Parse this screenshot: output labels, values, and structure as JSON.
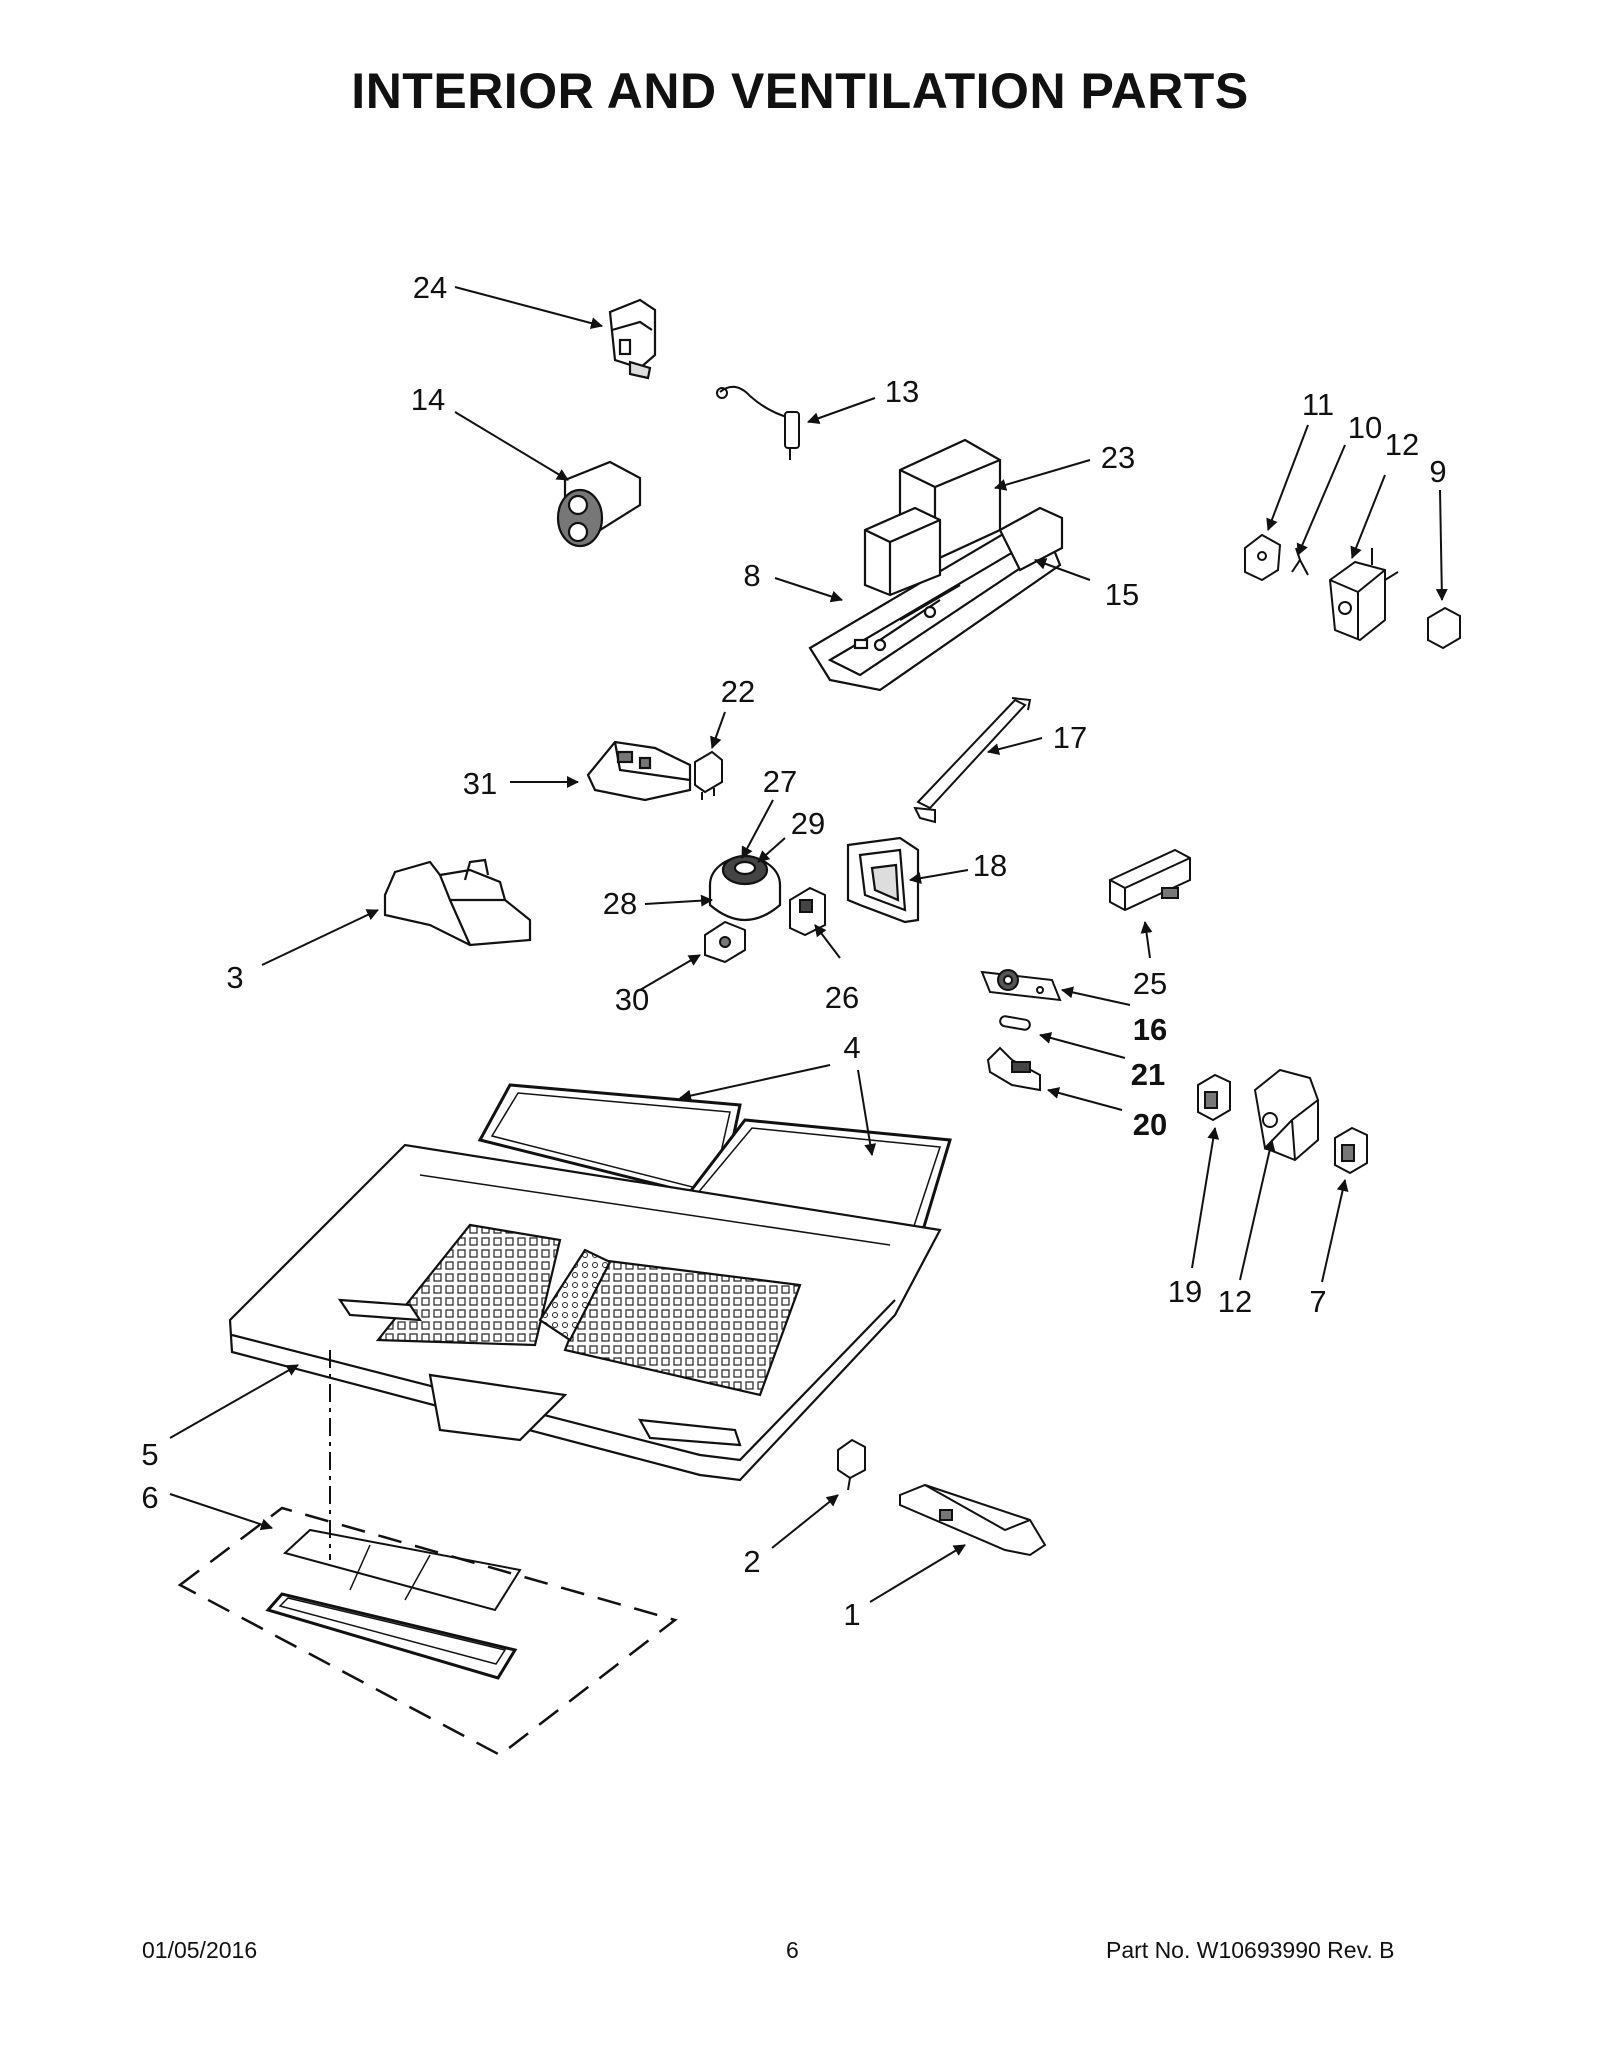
{
  "title": "INTERIOR AND VENTILATION PARTS",
  "footer": {
    "date": "01/05/2016",
    "page": "6",
    "part": "Part No.  W10693990  Rev.  B"
  },
  "callouts": [
    "24",
    "14",
    "13",
    "23",
    "8",
    "15",
    "11",
    "10",
    "12",
    "9",
    "22",
    "31",
    "27",
    "29",
    "17",
    "18",
    "28",
    "30",
    "26",
    "3",
    "25",
    "16",
    "21",
    "20",
    "4",
    "19",
    "12",
    "7",
    "5",
    "6",
    "2",
    "1"
  ]
}
